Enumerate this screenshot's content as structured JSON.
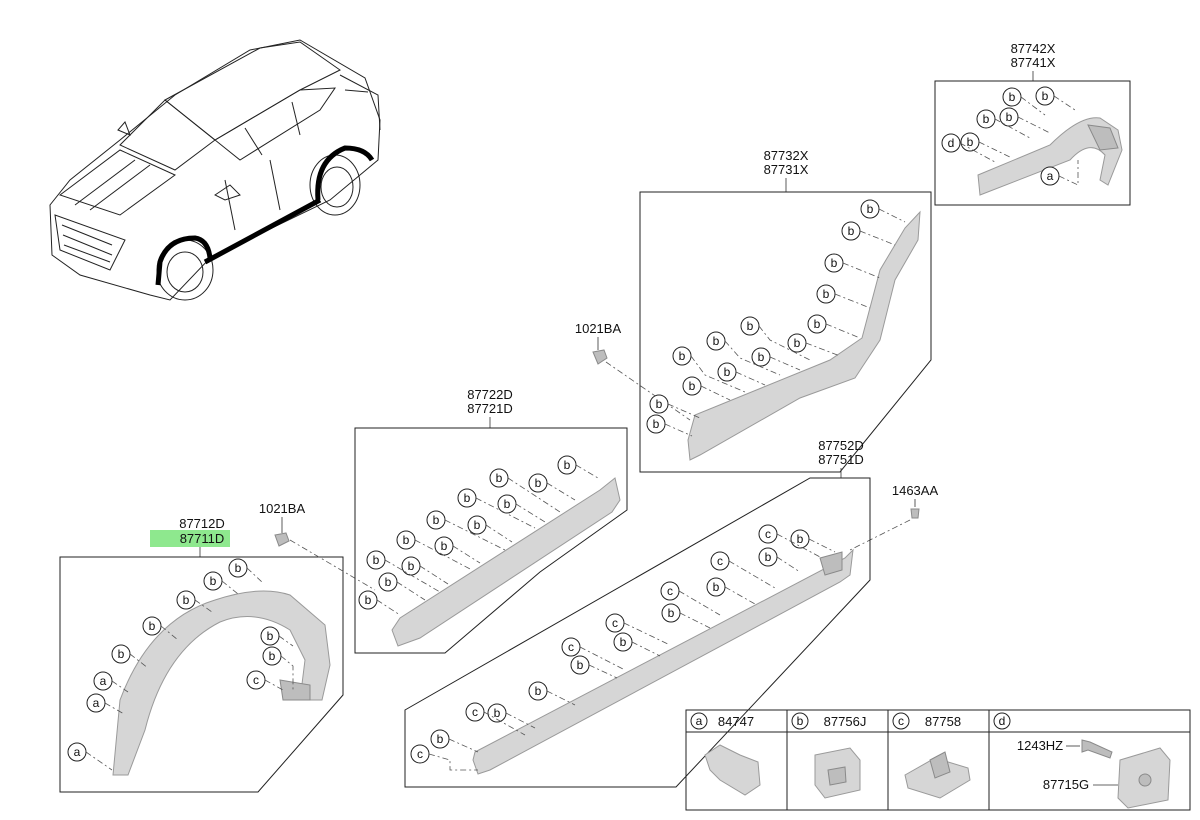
{
  "parts": {
    "front_arch": [
      "87712D",
      "87711D"
    ],
    "front_sill": [
      "87722D",
      "87721D"
    ],
    "rear_door": [
      "87732X",
      "87731X"
    ],
    "rear_arch": [
      "87742X",
      "87741X"
    ],
    "side_sill": [
      "87752D",
      "87751D"
    ],
    "bolt_a": "1021BA",
    "bolt_b": "1021BA",
    "screw": "1463AA"
  },
  "legend": {
    "a": {
      "letter": "a",
      "part": "84747"
    },
    "b": {
      "letter": "b",
      "part": "87756J"
    },
    "c": {
      "letter": "c",
      "part": "87758"
    },
    "d": {
      "letter": "d",
      "screw": "1243HZ",
      "clip": "87715G"
    }
  },
  "colors": {
    "highlight": "#8ee88e",
    "part_fill": "#d6d6d6",
    "line": "#222222"
  }
}
